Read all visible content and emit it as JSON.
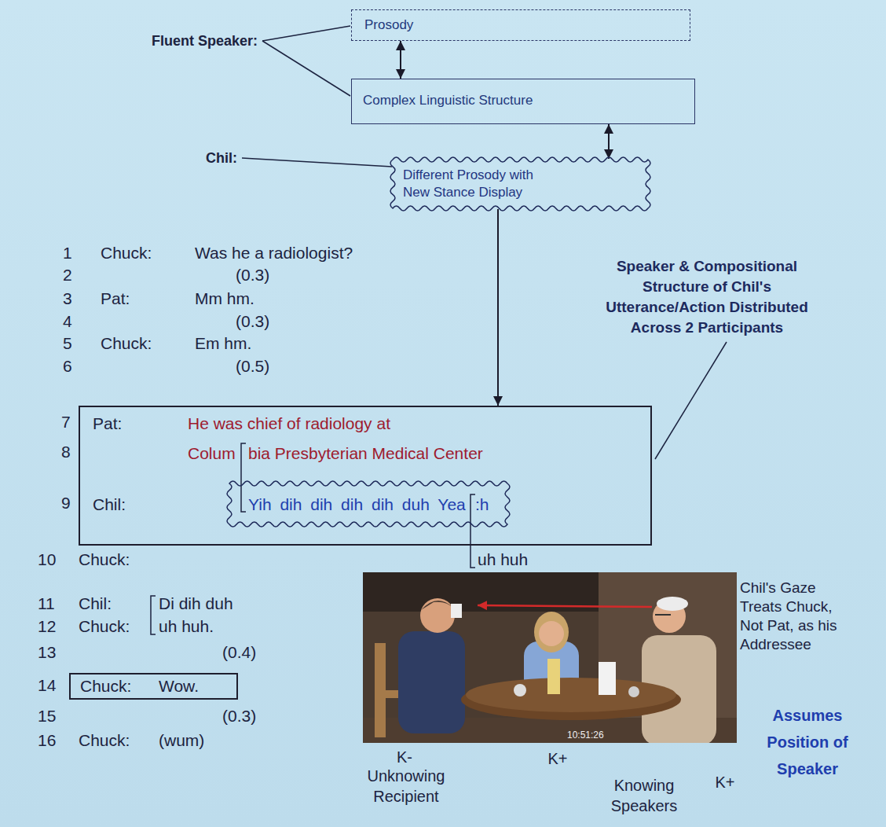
{
  "diagram": {
    "nodes": [
      {
        "text": [
          "Prosody"
        ]
      },
      {
        "text": [
          "Complex Linguistic Structure"
        ]
      },
      {
        "text": [
          "Different Prosody with New Stance Display"
        ]
      },
      {
        "text": [
          "Pat:",
          "He was chief of radiology at",
          "Colum",
          "bia Presbyterian Medical Center",
          "Chil:"
        ]
      },
      {
        "text": [
          "Yih dih dih dih dih duh Yea",
          ":h"
        ],
        "in": 3
      },
      {
        "text": [
          "Chuck:",
          "Wow."
        ]
      }
    ],
    "edges": [
      {
        "from": 0,
        "to": 1,
        "arrow": "both"
      },
      {
        "from": 1,
        "to": 2,
        "arrow": "both"
      },
      {
        "from": 2,
        "to": 3,
        "arrow": "to"
      }
    ],
    "labels": [
      "Fluent Speaker:",
      "Chil:",
      "1",
      "Chuck:",
      "Was he a radiologist?",
      "2",
      "(0.3)",
      "3",
      "Pat:",
      "Mm hm.",
      "4",
      "(0.3)",
      "5",
      "Chuck:",
      "Em hm.",
      "6",
      "(0.5)",
      "Speaker & Compositional Structure of Chil's Utterance/Action Distributed Across 2 Participants",
      "7",
      "8",
      "9",
      "10",
      "Chuck:",
      "uh huh",
      "11",
      "Chil:",
      "Di dih duh",
      "12",
      "Chuck:",
      "uh huh.",
      "13",
      "(0.4)",
      "Chil's Gaze Treats Chuck, Not Pat, as his Addressee",
      "14",
      "15",
      "(0.3)",
      "Assumes Position of Speaker",
      "16",
      "Chuck:",
      "(wum)",
      "10:51:26",
      "K-",
      "K+",
      "K+",
      "Unknowing Recipient",
      "Knowing Speakers"
    ]
  }
}
